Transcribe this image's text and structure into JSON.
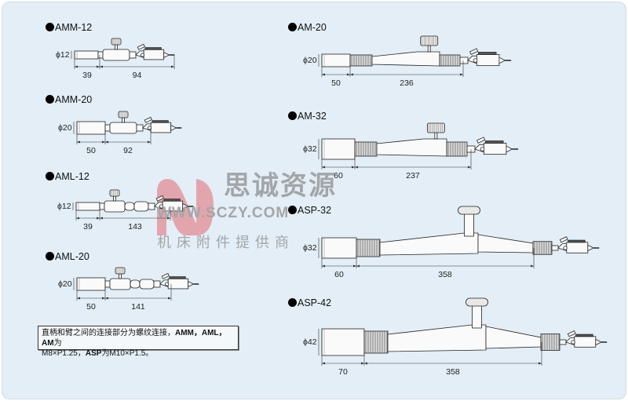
{
  "models": [
    {
      "name": "AMM-12",
      "diameter": "ϕ12",
      "dims": [
        "39",
        "94"
      ]
    },
    {
      "name": "AMM-20",
      "diameter": "ϕ20",
      "dims": [
        "50",
        "92"
      ]
    },
    {
      "name": "AML-12",
      "diameter": "ϕ12",
      "dims": [
        "39",
        "143"
      ]
    },
    {
      "name": "AML-20",
      "diameter": "ϕ20",
      "dims": [
        "50",
        "141"
      ]
    },
    {
      "name": "AM-20",
      "diameter": "ϕ20",
      "dims": [
        "50",
        "236"
      ]
    },
    {
      "name": "AM-32",
      "diameter": "ϕ32",
      "dims": [
        "60",
        "237"
      ]
    },
    {
      "name": "ASP-32",
      "diameter": "ϕ32",
      "dims": [
        "60",
        "358"
      ]
    },
    {
      "name": "ASP-42",
      "diameter": "ϕ42",
      "dims": [
        "70",
        "358"
      ]
    }
  ],
  "note": {
    "line1_text": "直柄和臂之间的连接部分为螺纹连接，",
    "line1_bold": "AMM，AML，AM",
    "line1_end": "为",
    "line2_text": "M8×P1.25，",
    "line2_bold": "ASP",
    "line2_end": "为M10×P1.5。"
  },
  "watermark": {
    "logo_letter": "N",
    "name": "思诚资源",
    "url": "WWW.SCZY.COM",
    "tagline": "机床附件提供商"
  },
  "colors": {
    "background": "#e3eef6",
    "watermark_red": "#e28c94",
    "watermark_gray": "#969696"
  }
}
